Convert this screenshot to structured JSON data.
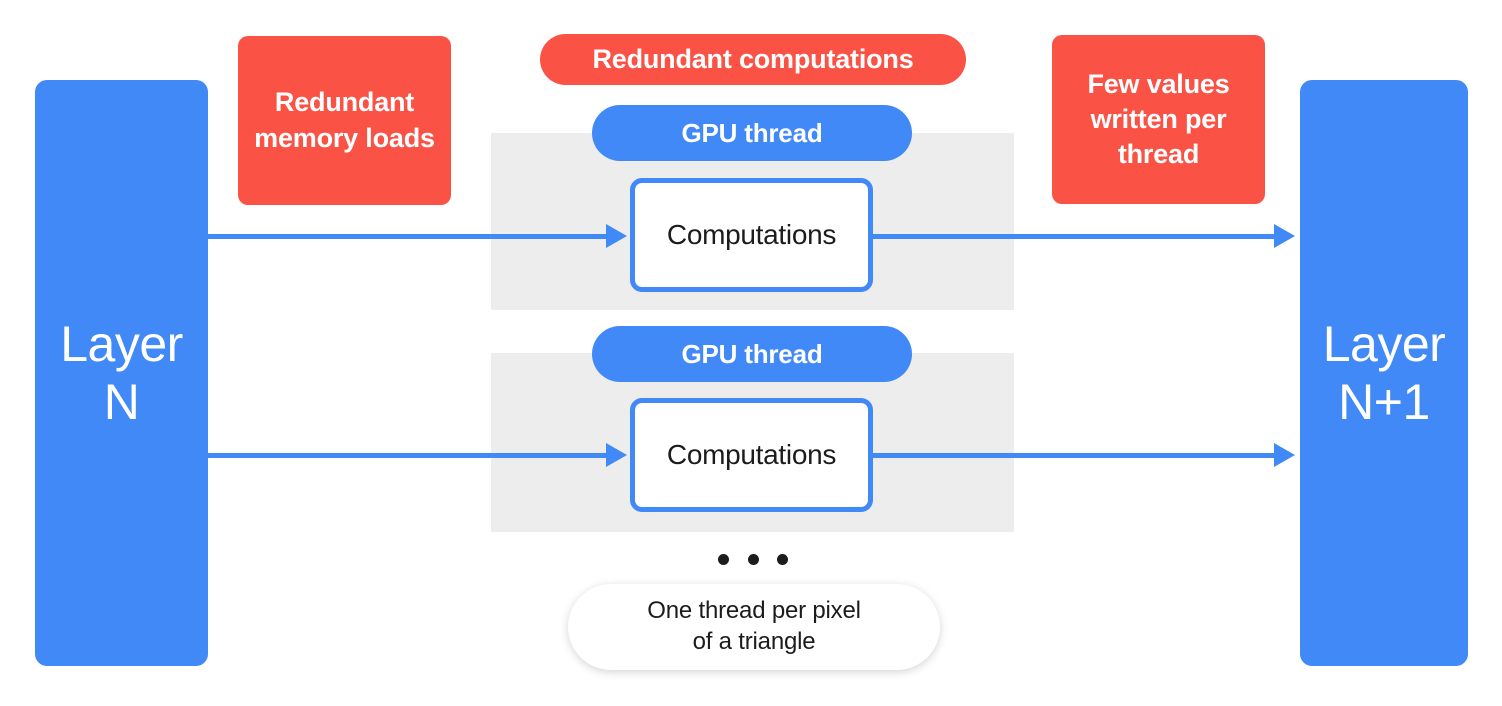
{
  "diagram": {
    "title": "GPU thread redundancy diagram",
    "colors": {
      "blue": "#4189F7",
      "red": "#FB5246",
      "band_gray": "#EDEDED",
      "text_dark": "#1c1c1c",
      "text_light": "#ffffff",
      "background": "#ffffff"
    }
  },
  "layers": {
    "input": {
      "label": "Layer\nN"
    },
    "output": {
      "label": "Layer\nN+1"
    }
  },
  "callouts": {
    "memory_loads": {
      "label": "Redundant memory loads"
    },
    "redundant_computations": {
      "label": "Redundant computations"
    },
    "few_values": {
      "label": "Few values written per thread"
    }
  },
  "threads": [
    {
      "pill_label": "GPU thread",
      "box_label": "Computations"
    },
    {
      "pill_label": "GPU thread",
      "box_label": "Computations"
    }
  ],
  "ellipsis": {
    "dot_count": 3
  },
  "caption": {
    "label": "One thread per pixel\nof a triangle"
  }
}
